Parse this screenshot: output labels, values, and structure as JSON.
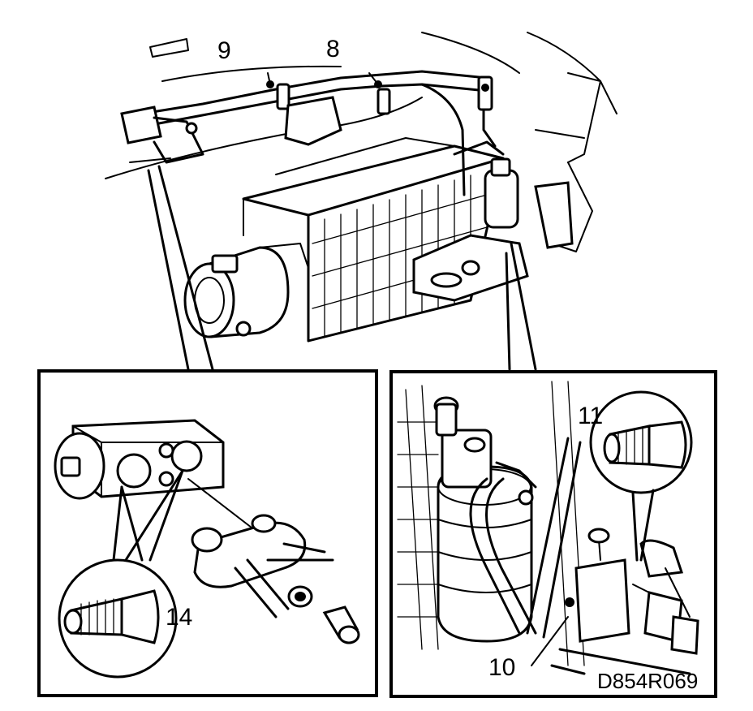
{
  "callouts": {
    "c9": "9",
    "c8": "8",
    "c11": "11",
    "c14": "14",
    "c10": "10"
  },
  "figure_code": "D854R069",
  "colors": {
    "ink": "#000000",
    "paper": "#ffffff"
  }
}
